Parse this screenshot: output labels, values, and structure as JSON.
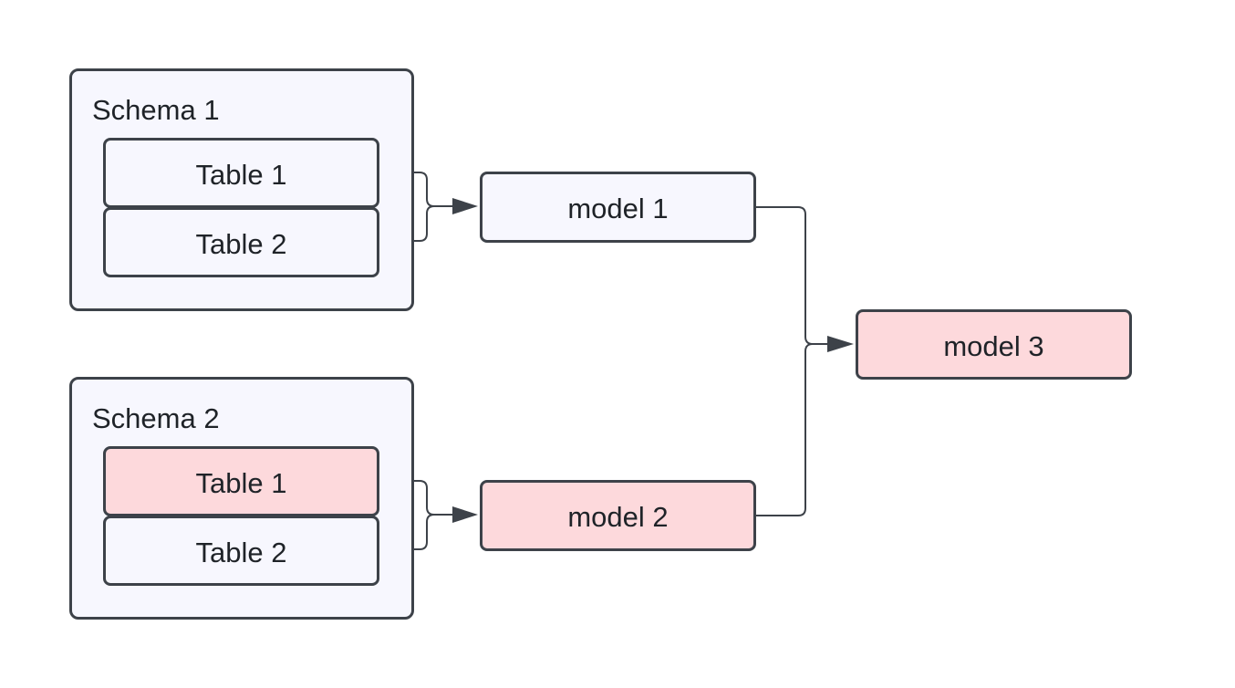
{
  "colors": {
    "stroke": "#3d4249",
    "default_fill": "#f7f7fe",
    "highlight_fill": "#fdd9dc",
    "text": "#1f2328"
  },
  "groups": [
    {
      "title": "Schema 1",
      "tables": [
        {
          "label": "Table 1",
          "highlighted": false
        },
        {
          "label": "Table 2",
          "highlighted": false
        }
      ]
    },
    {
      "title": "Schema 2",
      "tables": [
        {
          "label": "Table 1",
          "highlighted": true
        },
        {
          "label": "Table 2",
          "highlighted": false
        }
      ]
    }
  ],
  "models": [
    {
      "label": "model 1",
      "highlighted": false
    },
    {
      "label": "model 2",
      "highlighted": true
    },
    {
      "label": "model 3",
      "highlighted": true
    }
  ],
  "edges": [
    {
      "from": "schema-1-table-1",
      "to": "model-1"
    },
    {
      "from": "schema-1-table-2",
      "to": "model-1"
    },
    {
      "from": "schema-2-table-1",
      "to": "model-2"
    },
    {
      "from": "schema-2-table-2",
      "to": "model-2"
    },
    {
      "from": "model-1",
      "to": "model-3"
    },
    {
      "from": "model-2",
      "to": "model-3"
    }
  ]
}
